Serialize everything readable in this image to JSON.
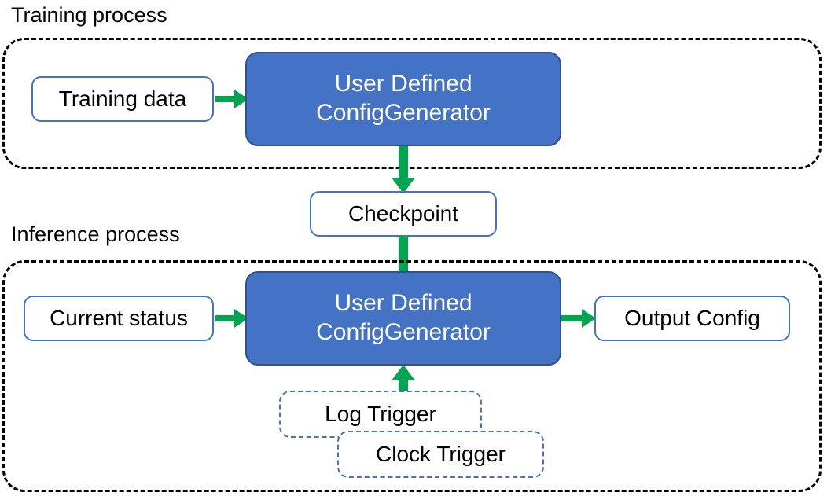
{
  "diagram": {
    "title_training": "Training process",
    "title_inference": "Inference process",
    "colors": {
      "accent_blue": "#4472C4",
      "blue_border": "#2F528F",
      "arrow_green": "#00A550",
      "container_border": "#000000",
      "node_text_dark": "#000000",
      "node_text_light": "#FFFFFF"
    }
  },
  "training": {
    "label": "Training process",
    "input_node": "Training data",
    "processor_line1": "User Defined",
    "processor_line2": "ConfigGenerator"
  },
  "bridge": {
    "checkpoint": "Checkpoint"
  },
  "inference": {
    "label": "Inference process",
    "input_node": "Current status",
    "processor_line1": "User Defined",
    "processor_line2": "ConfigGenerator",
    "output_node": "Output Config",
    "trigger_log": "Log Trigger",
    "trigger_clock": "Clock Trigger"
  },
  "arrows": {
    "training_data_to_processor": "arrow-right",
    "processor_to_checkpoint": "arrow-down",
    "checkpoint_to_processor": "arrow-down",
    "current_status_to_processor": "arrow-right",
    "processor_to_output": "arrow-right",
    "triggers_to_processor": "arrow-up"
  }
}
